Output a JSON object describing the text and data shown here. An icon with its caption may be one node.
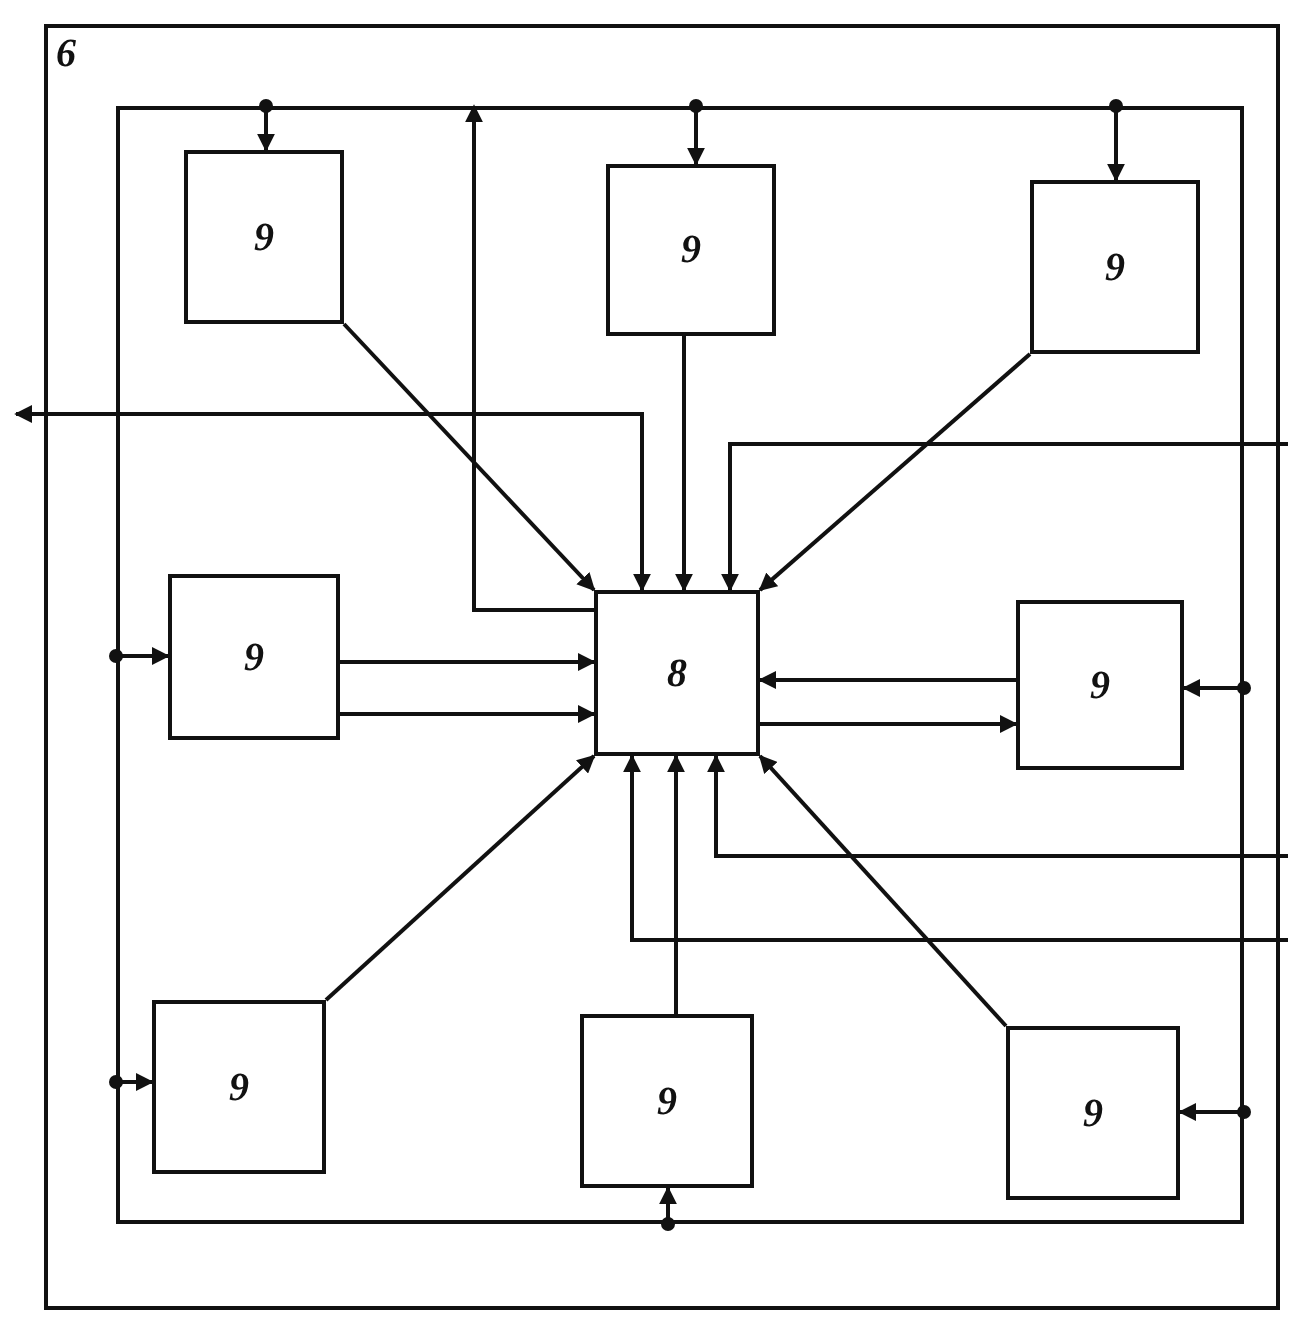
{
  "diagram": {
    "nodes": [
      {
        "text": [
          "6"
        ]
      },
      {
        "text": [],
        "shape": "box",
        "in": 0
      },
      {
        "text": [
          "9"
        ],
        "in": 1
      },
      {
        "text": [
          "9"
        ],
        "in": 1
      },
      {
        "text": [
          "9"
        ],
        "in": 1
      },
      {
        "text": [
          "9"
        ],
        "in": 1
      },
      {
        "text": [
          "8"
        ],
        "in": 1
      },
      {
        "text": [
          "9"
        ],
        "in": 1
      },
      {
        "text": [
          "9"
        ],
        "in": 1
      },
      {
        "text": [
          "9"
        ],
        "in": 1
      },
      {
        "text": [
          "9"
        ],
        "in": 1
      }
    ],
    "edges": [
      {
        "from": 1,
        "to": 2,
        "arrow": "to"
      },
      {
        "from": 1,
        "to": 3,
        "arrow": "to"
      },
      {
        "from": 1,
        "to": 4,
        "arrow": "to"
      },
      {
        "from": 1,
        "to": 5,
        "arrow": "to"
      },
      {
        "from": 1,
        "to": 8,
        "arrow": "to"
      },
      {
        "from": 1,
        "to": 7,
        "arrow": "to"
      },
      {
        "from": 1,
        "to": 10,
        "arrow": "to"
      },
      {
        "from": 1,
        "to": 9,
        "arrow": "to"
      },
      {
        "from": 6,
        "to": 1,
        "arrow": "to"
      },
      {
        "from": 2,
        "to": 6,
        "arrow": "to"
      },
      {
        "from": 3,
        "to": 6,
        "arrow": "to"
      },
      {
        "from": 4,
        "to": 6,
        "arrow": "to"
      },
      {
        "from": 5,
        "to": 6,
        "arrow": "to"
      },
      {
        "from": 5,
        "to": 6,
        "arrow": "to"
      },
      {
        "from": 7,
        "to": 6,
        "arrow": "to"
      },
      {
        "from": 6,
        "to": 7,
        "arrow": "to"
      },
      {
        "from": 8,
        "to": 6,
        "arrow": "to"
      },
      {
        "from": 9,
        "to": 6,
        "arrow": "to"
      },
      {
        "from": 10,
        "to": 6,
        "arrow": "to"
      },
      {
        "from": 6,
        "to": null,
        "arrow": "both"
      },
      {
        "from": null,
        "to": 6,
        "arrow": "to"
      },
      {
        "from": null,
        "to": 6,
        "arrow": "to"
      },
      {
        "from": null,
        "to": 6,
        "arrow": "to"
      }
    ]
  }
}
